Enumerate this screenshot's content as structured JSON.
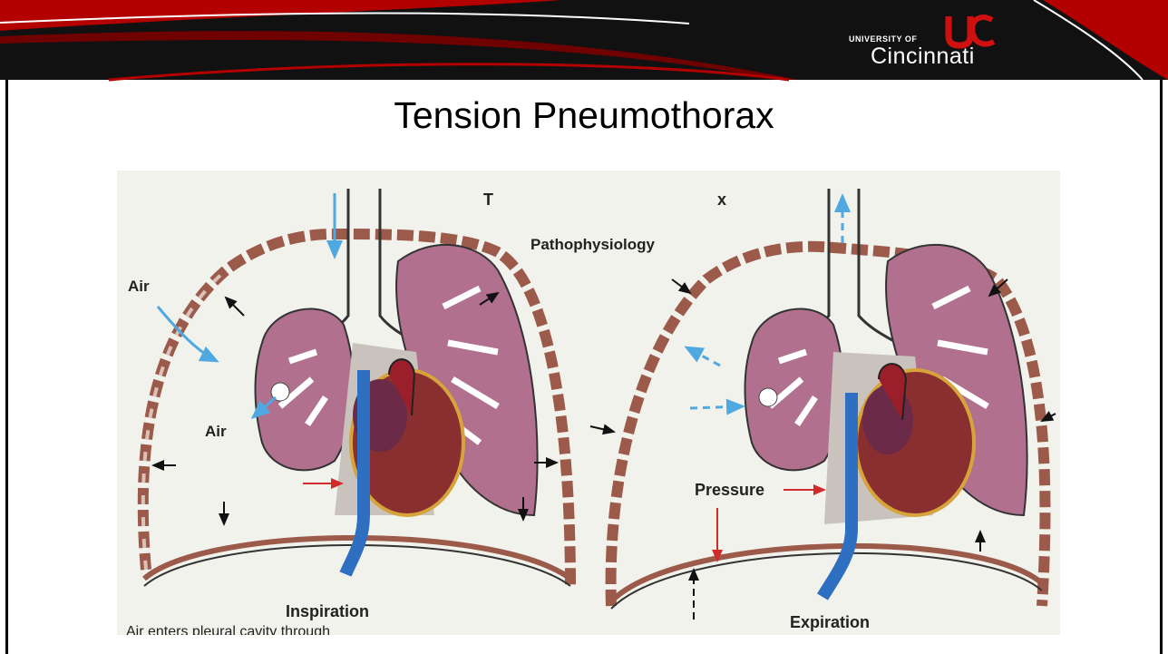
{
  "header": {
    "logo_small_text": "UNIVERSITY OF",
    "logo_large_text": "Cincinnati",
    "logo_monogram": "UC"
  },
  "slide": {
    "title": "Tension Pneumothorax"
  },
  "figure": {
    "heading_fragment_left": "T",
    "heading_fragment_right": "x",
    "heading": "Pathophysiology",
    "left_panel": {
      "label_air_top": "Air",
      "label_air_lung": "Air",
      "caption": "Inspiration",
      "caption_cut_text": "Air enters pleural cavity through"
    },
    "right_panel": {
      "label_pressure": "Pressure",
      "caption": "Expiration"
    },
    "colors": {
      "lung": "#b0708e",
      "heart": "#8a2f2f",
      "vessel_blue": "#2f6fc2",
      "rib": "#9c5a4a",
      "arrow_blue": "#4fa8e0",
      "arrow_red": "#d02a2a",
      "banner_dark": "#111111",
      "banner_red": "#b30000"
    }
  }
}
